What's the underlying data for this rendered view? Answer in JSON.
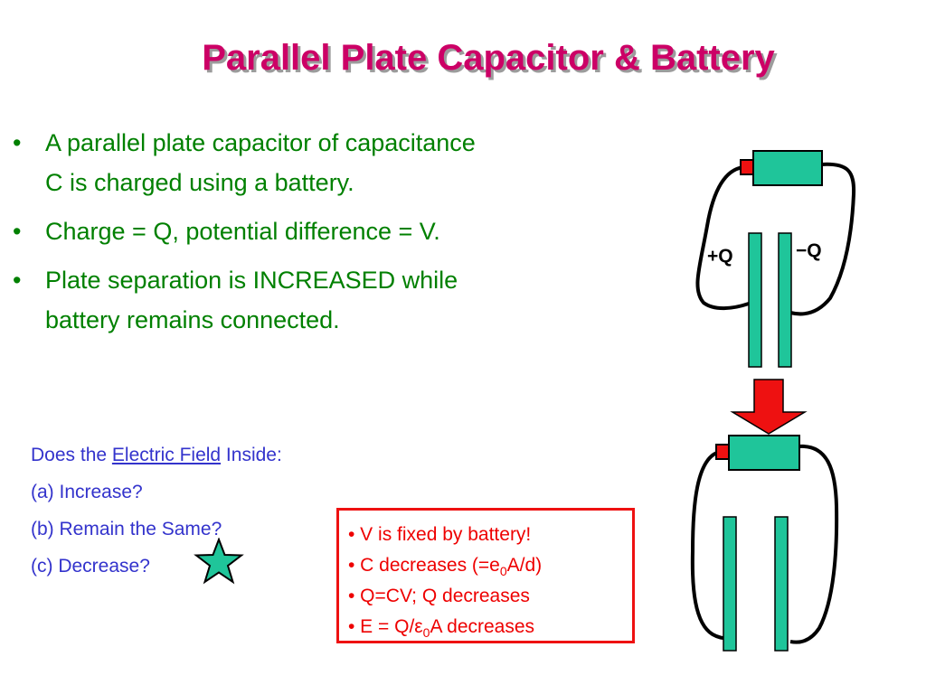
{
  "title": "Parallel Plate Capacitor & Battery",
  "bullets": [
    {
      "line1": "A parallel plate capacitor of capacitance",
      "line2": "C is charged using a battery."
    },
    {
      "line1": "Charge = Q, potential difference = V.",
      "line2": ""
    },
    {
      "line1": "Plate separation is INCREASED while",
      "line2": "battery remains connected."
    }
  ],
  "bullet_char": "•",
  "question": {
    "prefix": "Does the ",
    "link": "Electric Field",
    "suffix": " Inside:",
    "options": [
      "(a) Increase?",
      "(b) Remain the Same?",
      "(c) Decrease?"
    ]
  },
  "answer": {
    "line1": "• V is fixed by battery!",
    "line2_pre": "• C decreases (=e",
    "line2_sub": "0",
    "line2_post": "A/d)",
    "line3": "• Q=CV; Q decreases",
    "line4_pre": "• E = Q/",
    "line4_eps": "ε",
    "line4_sub": "0",
    "line4_post": "A decreases"
  },
  "diagram": {
    "plus_label": "+Q",
    "minus_label": "−Q"
  },
  "colors": {
    "title": "#cc0066",
    "bullets": "#008000",
    "question": "#3333cc",
    "answer": "#ee0000",
    "battery": "#1fc59a",
    "plate": "#1fc59a",
    "terminal": "#ee1111",
    "arrow": "#ee1111",
    "star": "#1fc59a"
  }
}
